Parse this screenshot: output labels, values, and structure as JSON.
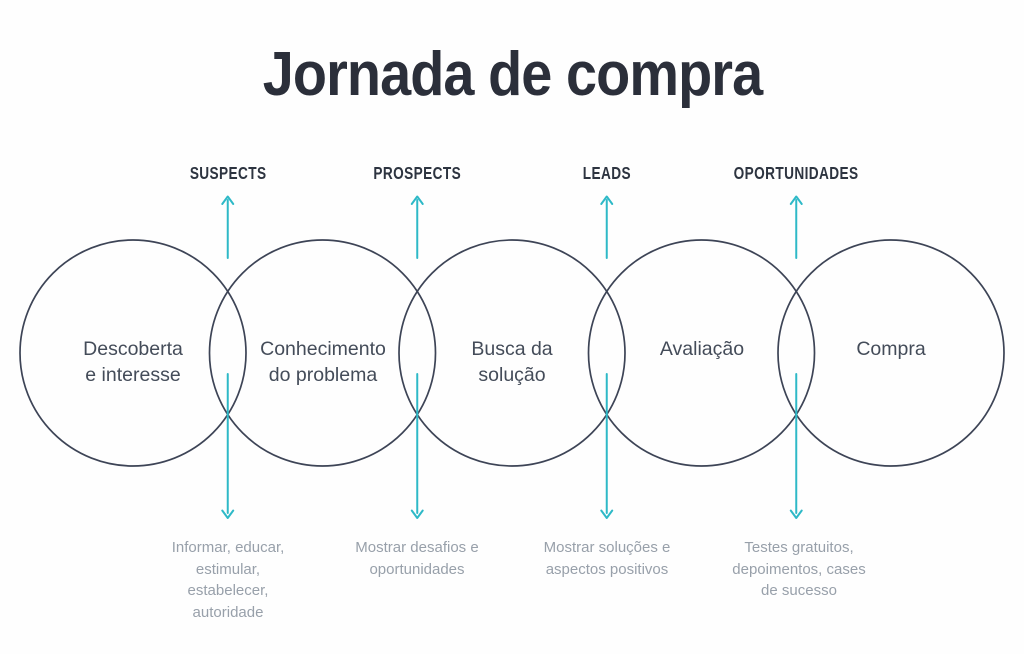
{
  "title": "Jornada de compra",
  "colors": {
    "background": "#fefefe",
    "title_text": "#2b2f3a",
    "circle_outline": "#3d4456",
    "arrow_teal": "#2eb9c7",
    "funnel_label_text": "#2d3440",
    "circle_label_text": "#444c59",
    "note_text": "#98a0aa"
  },
  "funnel_labels": [
    {
      "label": "SUSPECTS"
    },
    {
      "label": "PROSPECTS"
    },
    {
      "label": "LEADS"
    },
    {
      "label": "OPORTUNIDADES"
    }
  ],
  "stages": [
    {
      "label": "Descoberta\ne interesse"
    },
    {
      "label": "Conhecimento\ndo problema"
    },
    {
      "label": "Busca da\nsolução"
    },
    {
      "label": "Avaliação"
    },
    {
      "label": "Compra"
    }
  ],
  "notes": [
    {
      "label": "Informar, educar,\nestimular,\nestabelecer,\nautoridade"
    },
    {
      "label": "Mostrar desafios e\noportunidades"
    },
    {
      "label": "Mostrar soluções e\naspectos positivos"
    },
    {
      "label": "Testes gratuitos,\ndepoimentos, cases\nde sucesso"
    }
  ]
}
